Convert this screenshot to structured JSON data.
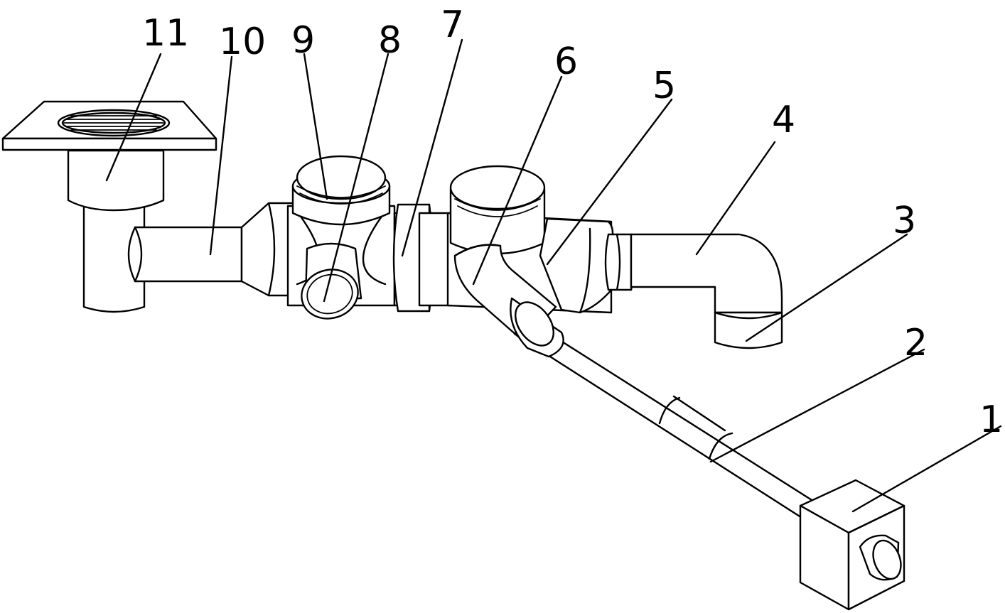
{
  "figure": {
    "labels": [
      {
        "id": "1",
        "text": "1"
      },
      {
        "id": "2",
        "text": "2"
      },
      {
        "id": "3",
        "text": "3"
      },
      {
        "id": "4",
        "text": "4"
      },
      {
        "id": "5",
        "text": "5"
      },
      {
        "id": "6",
        "text": "6"
      },
      {
        "id": "7",
        "text": "7"
      },
      {
        "id": "8",
        "text": "8"
      },
      {
        "id": "9",
        "text": "9"
      },
      {
        "id": "10",
        "text": "10"
      },
      {
        "id": "11",
        "text": "11"
      }
    ]
  }
}
